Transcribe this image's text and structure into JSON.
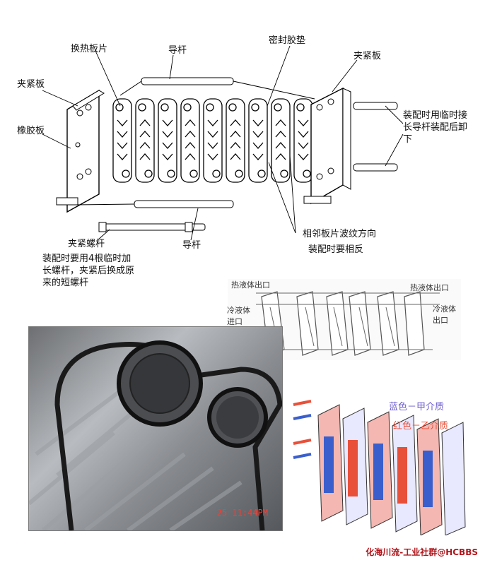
{
  "top_diagram": {
    "labels": {
      "plate": "换热板片",
      "guide_rod_top": "导杆",
      "gasket": "密封胶垫",
      "clamp_plate_left": "夹紧板",
      "clamp_plate_right": "夹紧板",
      "rubber_plate": "橡胶板",
      "temp_rod_note": "装配时用临时接长导杆装配后卸下",
      "clamp_bolt": "夹紧螺杆",
      "guide_rod_bottom": "导杆",
      "bolt_note": "装配时要用4根临时加长螺杆，夹紧后换成原来的短螺杆",
      "corrugation_note_1": "相邻板片波纹方向",
      "corrugation_note_2": "装配时要相反"
    }
  },
  "flow_diagram": {
    "hot_out_left": "热液体出口",
    "hot_out_right": "热液体出口",
    "cold_in_left": "冷液体进口",
    "cold_out_right": "冷液体出口"
  },
  "color_diagram": {
    "blue_label": "蓝色－甲介质",
    "red_label": "红色－乙介质",
    "blue_color": "#3a5fcd",
    "red_color": "#e8503a"
  },
  "photo": {
    "timestamp": "25 11:44PM"
  },
  "watermark": "化海川流-工业社群@HCBBS"
}
